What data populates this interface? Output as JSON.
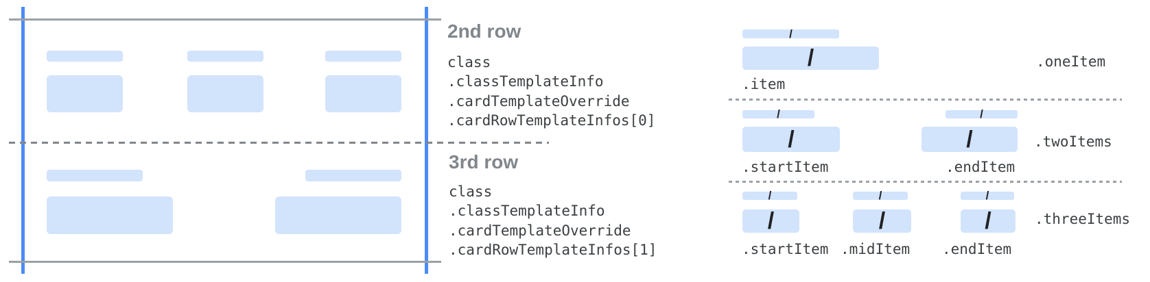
{
  "colors": {
    "placeholder_blue": "#d2e3fc",
    "guide_blue": "#4c8bf5",
    "solid_line_gray": "#9aa0a6",
    "dash_line_gray": "#80868b",
    "heading_gray": "#80868b",
    "code_text": "#3c4043",
    "slash_dark": "#202124"
  },
  "card_annotations": {
    "row2": {
      "heading": "2nd row",
      "code_lines": [
        "class",
        ".classTemplateInfo",
        ".cardTemplateOverride",
        ".cardRowTemplateInfos[0]"
      ]
    },
    "row3": {
      "heading": "3rd row",
      "code_lines": [
        "class",
        ".classTemplateInfo",
        ".cardTemplateOverride",
        ".cardRowTemplateInfos[1]"
      ]
    }
  },
  "item_layouts": {
    "slash": "/",
    "one_item": {
      "name": ".oneItem",
      "labels": {
        "item": ".item"
      }
    },
    "two_items": {
      "name": ".twoItems",
      "labels": {
        "start": ".startItem",
        "end": ".endItem"
      }
    },
    "three_items": {
      "name": ".threeItems",
      "labels": {
        "start": ".startItem",
        "mid": ".midItem",
        "end": ".endItem"
      }
    }
  }
}
